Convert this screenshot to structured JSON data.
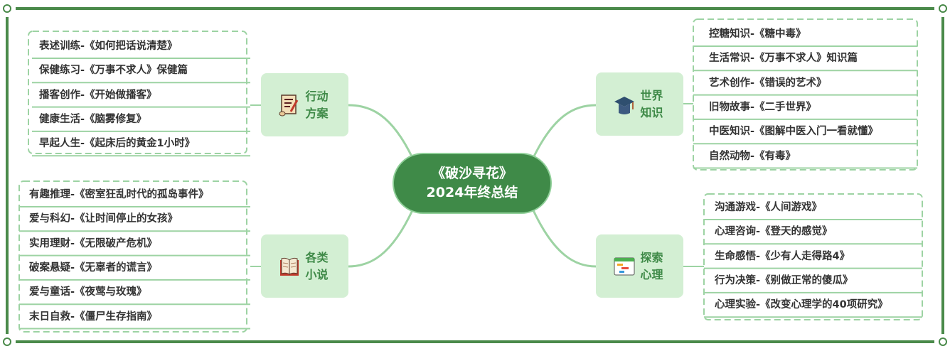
{
  "center": {
    "line1": "《破沙寻花》",
    "line2": "2024年终总结"
  },
  "colors": {
    "frame": "#4a8a4a",
    "center": "#3f8a48",
    "topic": "#d3efd3",
    "line": "#9dd3a3"
  },
  "topics": [
    {
      "id": "action",
      "label": "行动方案",
      "icon": "scroll-icon",
      "items": [
        "表述训练-《如何把话说清楚》",
        "保健练习-《万事不求人》保健篇",
        "播客创作-《开始做播客》",
        "健康生活-《脑雾修复》",
        "早起人生-《起床后的黄金1小时》"
      ]
    },
    {
      "id": "world",
      "label": "世界知识",
      "icon": "graduation-cap-icon",
      "items": [
        "控糖知识-《糖中毒》",
        "生活常识-《万事不求人》知识篇",
        "艺术创作-《错误的艺术》",
        "旧物故事-《二手世界》",
        "中医知识-《图解中医入门一看就懂》",
        "自然动物-《有毒》"
      ]
    },
    {
      "id": "novel",
      "label": "各类小说",
      "icon": "open-book-icon",
      "items": [
        "有趣推理-《密室狂乱时代的孤岛事件》",
        "爱与科幻-《让时间停止的女孩》",
        "实用理财-《无限破产危机》",
        "破案悬疑-《无辜者的谎言》",
        "爱与童话-《夜莺与玫瑰》",
        "末日自救-《僵尸生存指南》"
      ]
    },
    {
      "id": "psych",
      "label": "探索心理",
      "icon": "chart-board-icon",
      "items": [
        "沟通游戏-《人间游戏》",
        "心理咨询-《登天的感觉》",
        "生命感悟-《少有人走得路4》",
        "行为决策-《别做正常的傻瓜》",
        "心理实验-《改变心理学的40项研究》"
      ]
    }
  ]
}
